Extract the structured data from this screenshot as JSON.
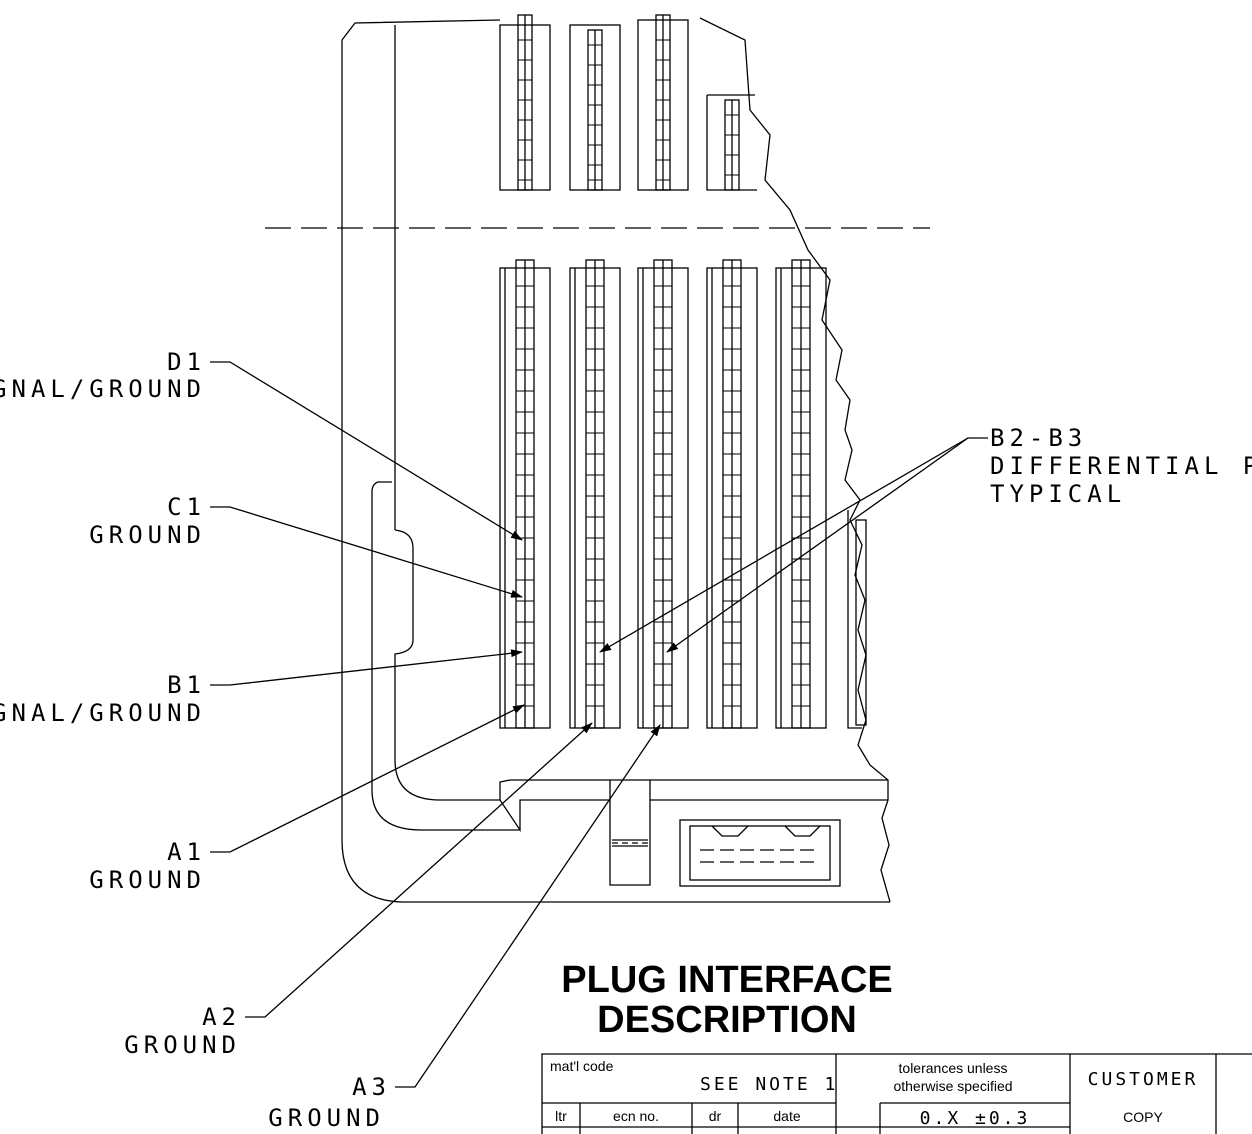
{
  "callouts": {
    "d1": {
      "id": "D1",
      "desc": "SIGNAL/GROUND"
    },
    "c1": {
      "id": "C1",
      "desc": "GROUND"
    },
    "b1": {
      "id": "B1",
      "desc": "SIGNAL/GROUND"
    },
    "a1": {
      "id": "A1",
      "desc": "GROUND"
    },
    "a2": {
      "id": "A2",
      "desc": "GROUND"
    },
    "a3": {
      "id": "A3",
      "desc": "GROUND"
    },
    "b2b3": {
      "id": "B2-B3",
      "desc": "DIFFERENTIAL PAIR",
      "desc2": "TYPICAL"
    }
  },
  "title": {
    "line1": "PLUG INTERFACE",
    "line2": "DESCRIPTION"
  },
  "title_block": {
    "matl_code_label": "mat'l code",
    "see_note": "SEE NOTE 1",
    "tolerances_line1": "tolerances unless",
    "tolerances_line2": "otherwise specified",
    "customer": "CUSTOMER",
    "copy": "COPY",
    "col_ltr": "ltr",
    "col_ecn": "ecn no.",
    "col_dr": "dr",
    "col_date": "date",
    "tolerance_value": "0.X ±0.3"
  }
}
